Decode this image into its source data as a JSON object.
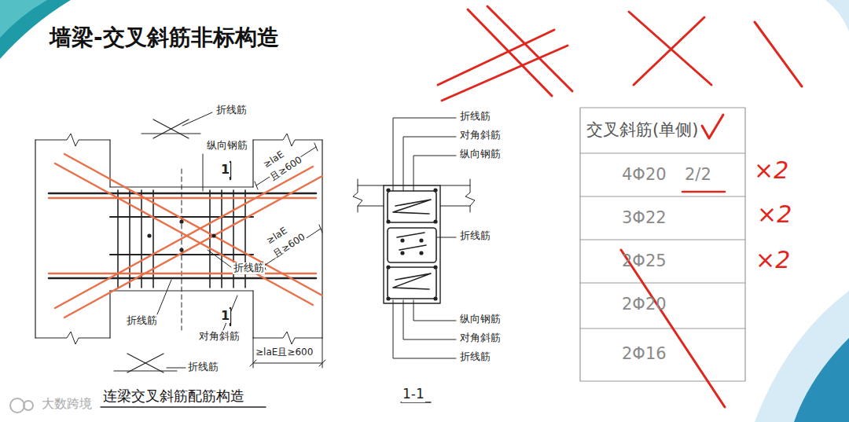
{
  "diagram": {
    "title": "墙梁-交叉斜筋非标构造",
    "caption": "连梁交叉斜筋配筋构造",
    "labels": [
      "折线筋",
      "纵向钢筋",
      "1",
      "≥laE",
      "且≥600",
      "≥laE",
      "且≥600",
      "折线筋",
      "折线筋",
      "1",
      "对角斜筋",
      "≥laE且≥600",
      "折线筋",
      "折线筋",
      "对角斜筋",
      "纵向钢筋",
      "折线筋",
      "纵向钢筋",
      "对角斜筋",
      "折线筋",
      "1-1",
      "交叉斜筋(单侧)",
      "4Φ20",
      "2/2",
      "3Φ22",
      "2Φ25",
      "2Φ20",
      "2Φ16",
      "×2",
      "×2",
      "×2",
      "大数跨境"
    ]
  }
}
